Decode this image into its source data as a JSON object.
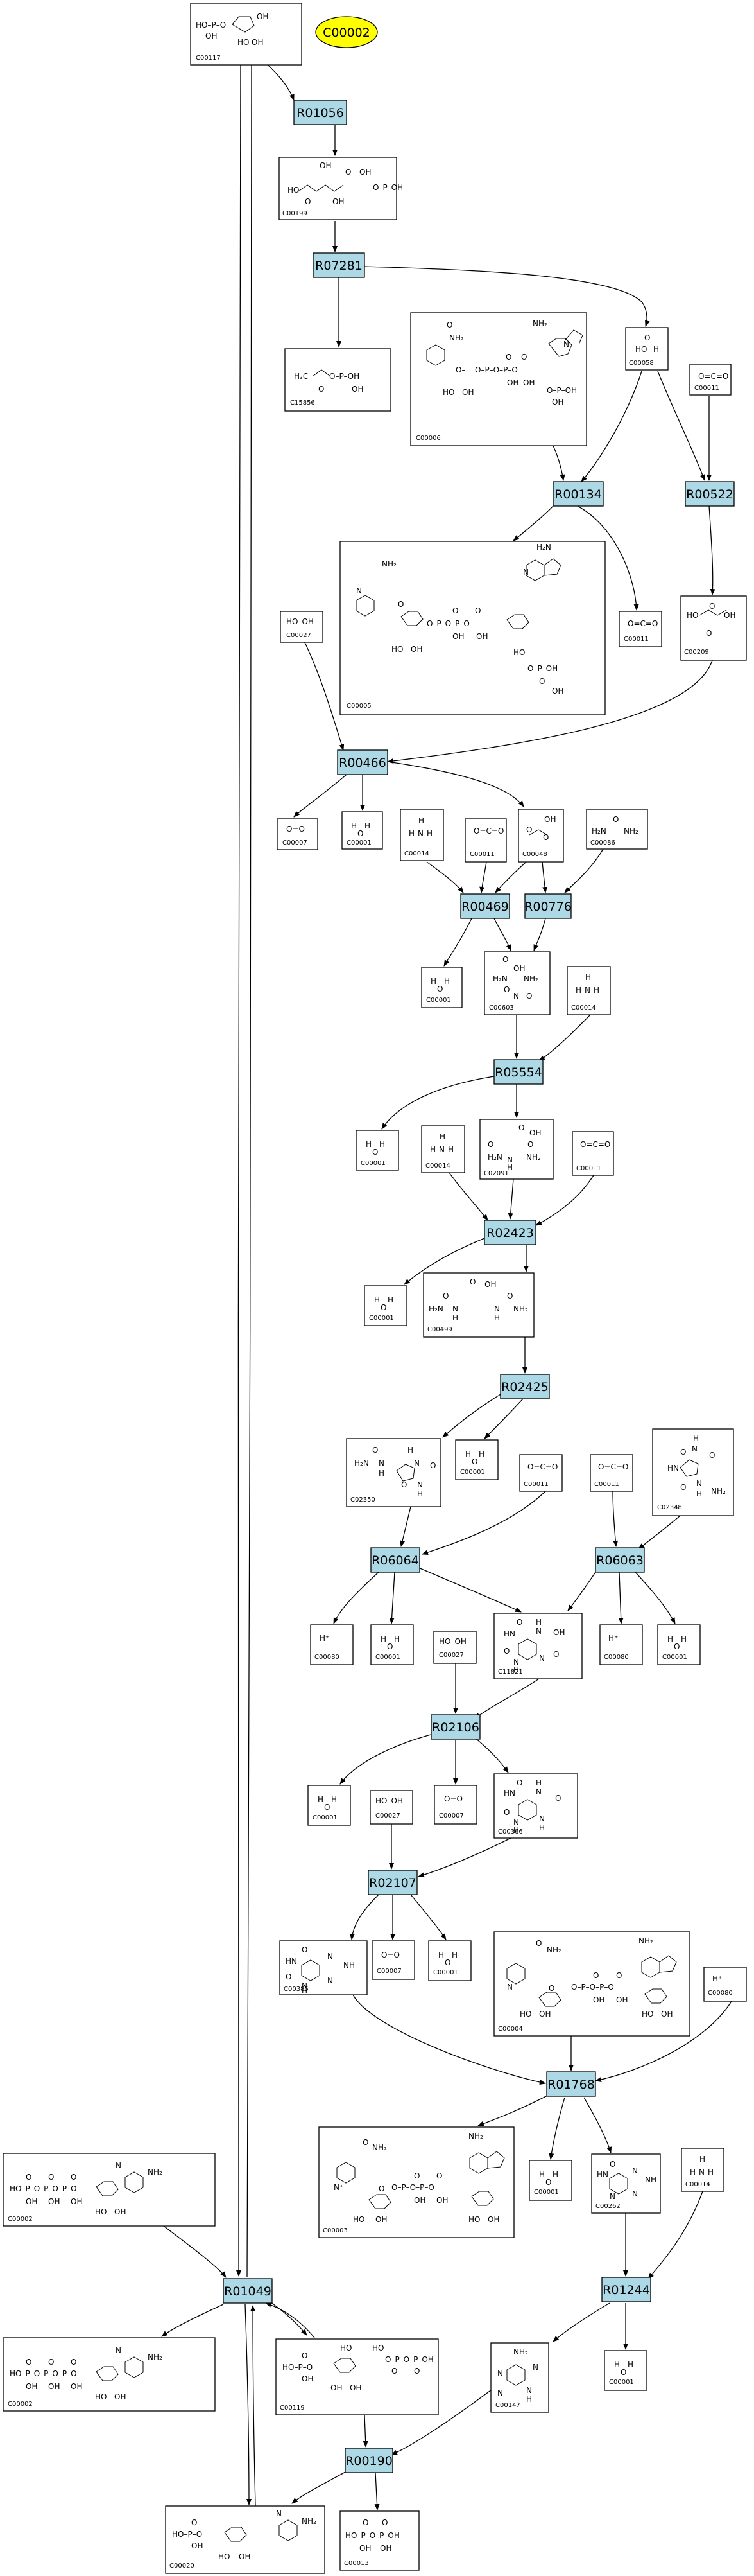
{
  "highlight": {
    "id": "C00002",
    "color": "#ffff00"
  },
  "reaction_color": "#add8e6",
  "reactions": [
    "R01056",
    "R07281",
    "R00134",
    "R00522",
    "R00466",
    "R00469",
    "R00776",
    "R05554",
    "R02423",
    "R02425",
    "R06064",
    "R06063",
    "R02106",
    "R02107",
    "R01768",
    "R01244",
    "R01049",
    "R00190"
  ],
  "compounds": [
    {
      "id": "C00117",
      "formula": "HO–P–O–ribose–OH"
    },
    {
      "id": "C00199",
      "formula": "ribulose-5-P"
    },
    {
      "id": "C15856",
      "formula": "H3C–CO–O–P"
    },
    {
      "id": "C00006",
      "formula": "NADP+"
    },
    {
      "id": "C00058",
      "formula": "HCOOH"
    },
    {
      "id": "C00011",
      "formula": "O=C=O"
    },
    {
      "id": "C00011b",
      "formula": "O=C=O"
    },
    {
      "id": "C00005",
      "formula": "NADPH"
    },
    {
      "id": "C00027",
      "formula": "HO–OH"
    },
    {
      "id": "C00209",
      "formula": "HOOC–COOH"
    },
    {
      "id": "C00007",
      "formula": "O=O"
    },
    {
      "id": "C00001",
      "formula": "H2O"
    },
    {
      "id": "C00014",
      "formula": "NH3"
    },
    {
      "id": "C00048",
      "formula": "glyoxylate"
    },
    {
      "id": "C00086",
      "formula": "H2N–CO–NH2"
    },
    {
      "id": "C00603",
      "formula": "allantoate"
    },
    {
      "id": "C02091",
      "formula": "ureidoglycolate"
    },
    {
      "id": "C00499",
      "formula": "allantoin acid"
    },
    {
      "id": "C02350",
      "formula": "allantoin"
    },
    {
      "id": "C02348",
      "formula": "allantoin"
    },
    {
      "id": "C11821",
      "formula": "5-hydroxyisourate"
    },
    {
      "id": "C00080",
      "formula": "H+"
    },
    {
      "id": "C00366",
      "formula": "urate"
    },
    {
      "id": "C00385",
      "formula": "xanthine"
    },
    {
      "id": "C00004",
      "formula": "NADH"
    },
    {
      "id": "C00003",
      "formula": "NAD+"
    },
    {
      "id": "C00262",
      "formula": "hypoxanthine"
    },
    {
      "id": "C00147",
      "formula": "adenine"
    },
    {
      "id": "C00002",
      "formula": "ATP"
    },
    {
      "id": "C00119",
      "formula": "PRPP"
    },
    {
      "id": "C00020",
      "formula": "AMP"
    },
    {
      "id": "C00013",
      "formula": "diphosphate"
    }
  ],
  "labels": {
    "C00117": "C00117",
    "C00199": "C00199",
    "C15856": "C15856",
    "C00006": "C00006",
    "C00058": "C00058",
    "C00011": "C00011",
    "C00005": "C00005",
    "C00027": "C00027",
    "C00209": "C00209",
    "C00007": "C00007",
    "C00001": "C00001",
    "C00014": "C00014",
    "C00048": "C00048",
    "C00086": "C00086",
    "C00603": "C00603",
    "C02091": "C02091",
    "C00499": "C00499",
    "C02350": "C02350",
    "C02348": "C02348",
    "C11821": "C11821",
    "C00080": "C00080",
    "C00366": "C00366",
    "C00385": "C00385",
    "C00004": "C00004",
    "C00003": "C00003",
    "C00262": "C00262",
    "C00147": "C00147",
    "C00002": "C00002",
    "C00119": "C00119",
    "C00020": "C00020",
    "C00013": "C00013"
  },
  "formulas": {
    "h2o": "H",
    "o": "O",
    "oo": "O=O",
    "hooh": "HO–OH",
    "hplus": "H⁺",
    "co2": "O=C=O",
    "nh3_h": "H",
    "nh3_n": "N"
  }
}
